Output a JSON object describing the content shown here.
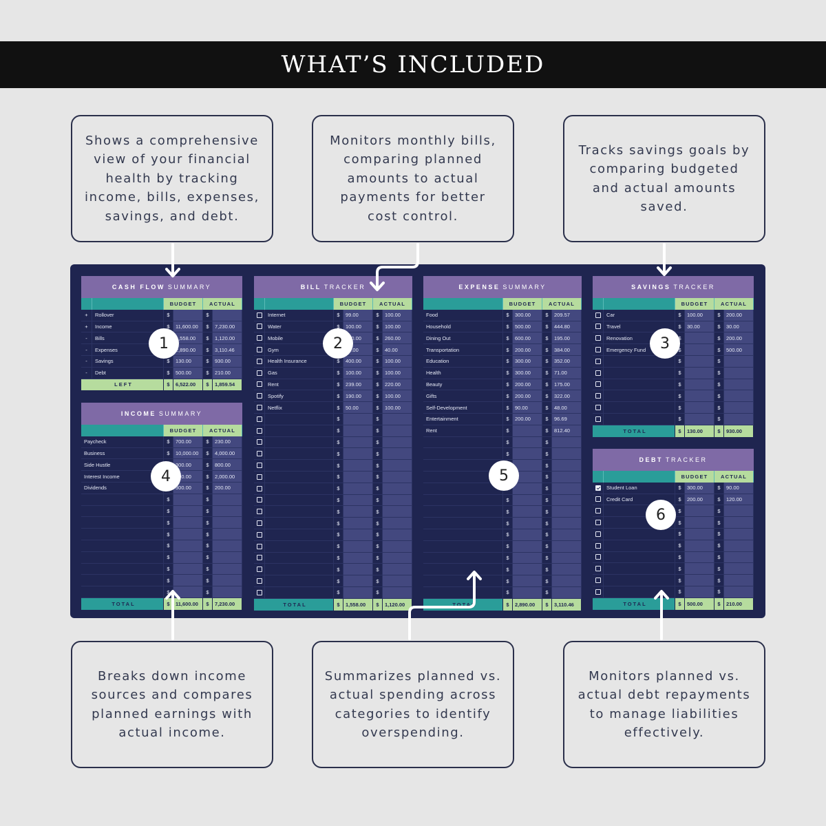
{
  "banner": {
    "title": "WHAT’S INCLUDED"
  },
  "callouts": [
    "Shows a comprehensive view of your financial health by tracking income, bills, expenses, savings, and debt.",
    "Monitors monthly bills, comparing planned amounts to actual payments for better cost control.",
    "Tracks savings goals by comparing budgeted and actual amounts saved.",
    "Breaks down income sources and compares planned earnings with actual income.",
    "Summarizes planned vs. actual spending across categories to identify overspending.",
    "Monitors planned vs. actual debt repayments to manage liabilities effectively."
  ],
  "markers": [
    "1",
    "2",
    "3",
    "4",
    "5",
    "6"
  ],
  "columns": {
    "budget": "BUDGET",
    "actual": "ACTUAL",
    "currency": "$"
  },
  "colors": {
    "background": "#e6e6e6",
    "dashboard": "#1f2550",
    "title_bar": "#7f6aa6",
    "header_teal": "#2a9d99",
    "header_green": "#b6dc9e"
  },
  "panels": {
    "cashflow": {
      "title_bold": "CASH FLOW",
      "title_light": "SUMMARY",
      "rows": [
        {
          "sign": "+",
          "label": "Rollover",
          "budget": "",
          "actual": ""
        },
        {
          "sign": "+",
          "label": "Income",
          "budget": "11,600.00",
          "actual": "7,230.00"
        },
        {
          "sign": "-",
          "label": "Bills",
          "budget": "1,558.00",
          "actual": "1,120.00"
        },
        {
          "sign": "-",
          "label": "Expenses",
          "budget": "2,890.00",
          "actual": "3,110.46"
        },
        {
          "sign": "-",
          "label": "Savings",
          "budget": "130.00",
          "actual": "930.00"
        },
        {
          "sign": "-",
          "label": "Debt",
          "budget": "500.00",
          "actual": "210.00"
        }
      ],
      "footer": {
        "label": "LEFT",
        "budget": "6,522.00",
        "actual": "1,859.54"
      }
    },
    "income": {
      "title_bold": "INCOME",
      "title_light": "SUMMARY",
      "rows": [
        {
          "label": "Paycheck",
          "budget": "700.00",
          "actual": "230.00"
        },
        {
          "label": "Business",
          "budget": "10,000.00",
          "actual": "4,000.00"
        },
        {
          "label": "Side Hustle",
          "budget": "300.00",
          "actual": "800.00"
        },
        {
          "label": "Interest Income",
          "budget": "300.00",
          "actual": "2,000.00"
        },
        {
          "label": "Dividends",
          "budget": "300.00",
          "actual": "200.00"
        }
      ],
      "empty_rows": 9,
      "footer": {
        "label": "TOTAL",
        "budget": "11,600.00",
        "actual": "7,230.00"
      }
    },
    "bills": {
      "title_bold": "BILL",
      "title_light": "TRACKER",
      "rows": [
        {
          "checked": false,
          "label": "Internet",
          "budget": "99.00",
          "actual": "100.00"
        },
        {
          "checked": false,
          "label": "Water",
          "budget": "100.00",
          "actual": "100.00"
        },
        {
          "checked": false,
          "label": "Mobile",
          "budget": "250.00",
          "actual": "260.00"
        },
        {
          "checked": false,
          "label": "Gym",
          "budget": "40.00",
          "actual": "40.00"
        },
        {
          "checked": false,
          "label": "Health Insurance",
          "budget": "400.00",
          "actual": "100.00"
        },
        {
          "checked": false,
          "label": "Gas",
          "budget": "100.00",
          "actual": "100.00"
        },
        {
          "checked": false,
          "label": "Rent",
          "budget": "239.00",
          "actual": "220.00"
        },
        {
          "checked": false,
          "label": "Spotify",
          "budget": "190.00",
          "actual": "100.00"
        },
        {
          "checked": false,
          "label": "Netflix",
          "budget": "50.00",
          "actual": "100.00"
        }
      ],
      "empty_rows": 16,
      "footer": {
        "label": "TOTAL",
        "budget": "1,558.00",
        "actual": "1,120.00"
      }
    },
    "expenses": {
      "title_bold": "EXPENSE",
      "title_light": "SUMMARY",
      "rows": [
        {
          "label": "Food",
          "budget": "300.00",
          "actual": "209.57"
        },
        {
          "label": "Household",
          "budget": "500.00",
          "actual": "444.80"
        },
        {
          "label": "Dining Out",
          "budget": "600.00",
          "actual": "195.00"
        },
        {
          "label": "Transportation",
          "budget": "200.00",
          "actual": "384.00"
        },
        {
          "label": "Education",
          "budget": "300.00",
          "actual": "352.00"
        },
        {
          "label": "Health",
          "budget": "300.00",
          "actual": "71.00"
        },
        {
          "label": "Beauty",
          "budget": "200.00",
          "actual": "175.00"
        },
        {
          "label": "Gifts",
          "budget": "200.00",
          "actual": "322.00"
        },
        {
          "label": "Self-Development",
          "budget": "90.00",
          "actual": "48.00"
        },
        {
          "label": "Entertainment",
          "budget": "200.00",
          "actual": "96.69"
        },
        {
          "label": "Rent",
          "budget": "",
          "actual": "812.40"
        }
      ],
      "empty_rows": 14,
      "footer": {
        "label": "TOTAL",
        "budget": "2,890.00",
        "actual": "3,110.46"
      }
    },
    "savings": {
      "title_bold": "SAVINGS",
      "title_light": "TRACKER",
      "rows": [
        {
          "checked": false,
          "label": "Car",
          "budget": "100.00",
          "actual": "200.00"
        },
        {
          "checked": false,
          "label": "Travel",
          "budget": "30.00",
          "actual": "30.00"
        },
        {
          "checked": false,
          "label": "Renovation",
          "budget": "",
          "actual": "200.00"
        },
        {
          "checked": false,
          "label": "Emergency Fund",
          "budget": "",
          "actual": "500.00"
        }
      ],
      "empty_rows": 6,
      "footer": {
        "label": "TOTAL",
        "budget": "130.00",
        "actual": "930.00"
      }
    },
    "debt": {
      "title_bold": "DEBT",
      "title_light": "TRACKER",
      "rows": [
        {
          "checked": true,
          "label": "Student Loan",
          "budget": "300.00",
          "actual": "90.00"
        },
        {
          "checked": false,
          "label": "Credit Card",
          "budget": "200.00",
          "actual": "120.00"
        }
      ],
      "empty_rows": 8,
      "footer": {
        "label": "TOTAL",
        "budget": "500.00",
        "actual": "210.00"
      }
    }
  }
}
